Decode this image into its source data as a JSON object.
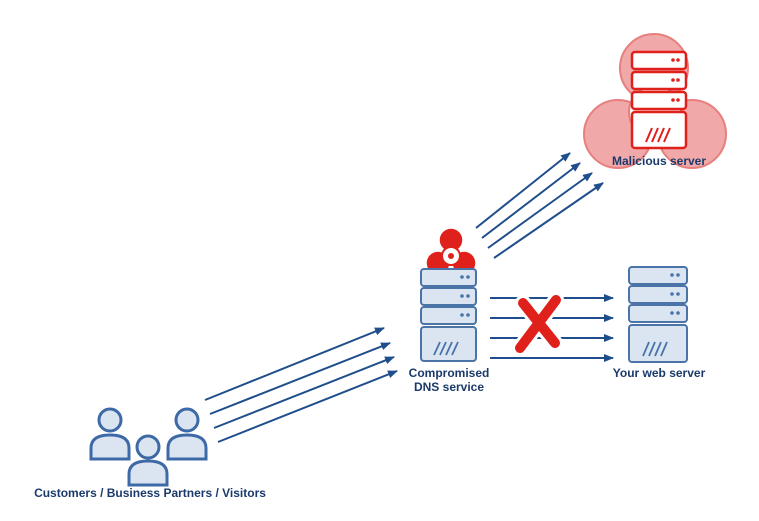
{
  "labels": {
    "malicious_server": "Malicious server",
    "compromised_dns_line1": "Compromised",
    "compromised_dns_line2": "DNS service",
    "web_server": "Your web server",
    "users": "Customers / Business Partners / Visitors"
  },
  "colors": {
    "arrow": "#1f4e8c",
    "server_fill": "#dbe5f1",
    "server_stroke": "#4a73a8",
    "malicious_fill": "#ffffff",
    "malicious_stroke": "#e0201b",
    "biohazard_large": "#f0a8a8",
    "biohazard_small": "#e0201b",
    "block_mark": "#e0201b",
    "people_fill": "#dbe5f1",
    "people_stroke": "#3d6aa6"
  },
  "icons": [
    "biohazard-icon",
    "server-icon",
    "users-icon",
    "blocked-x-icon"
  ]
}
